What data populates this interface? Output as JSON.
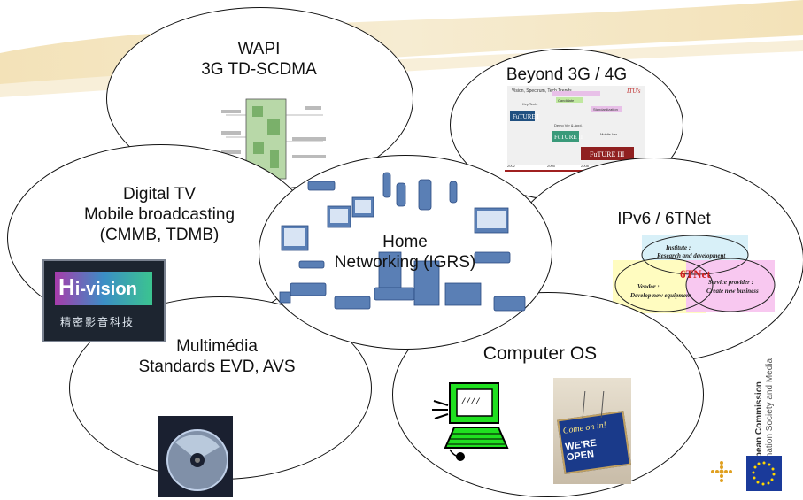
{
  "bubbles": {
    "wapi": {
      "line1": "WAPI",
      "line2": "3G TD-SCDMA"
    },
    "beyond": {
      "line1": "Beyond 3G / 4G"
    },
    "digital_tv": {
      "line1": "Digital TV",
      "line2": "Mobile broadcasting",
      "line3": "(CMMB, TDMB)"
    },
    "ipv6": {
      "line1": "IPv6 / 6TNet"
    },
    "home": {
      "line1": "Home",
      "line2": "Networking (IGRS)"
    },
    "multimedia": {
      "line1": "Multimédia",
      "line2": "Standards EVD, AVS"
    },
    "computer_os": {
      "line1": "Computer OS"
    }
  },
  "beyond_chart": {
    "vision_caption": "Vision, Spectrum, Tech Trends",
    "itu_label": "ITU's",
    "boxes": [
      "FuTURE I",
      "FuTURE II",
      "FuTURE III"
    ],
    "callouts": [
      "Key Tech.",
      "Candidate",
      "Standardization",
      "Demo Ver & Appl.",
      "Mobile Ver"
    ],
    "years": [
      "2002",
      "2005",
      "2008",
      "2010"
    ]
  },
  "ipv6_diagram": {
    "institute": "Institute :",
    "institute_sub": "Research and development",
    "center": "6TNet",
    "vendor": "Vendor :",
    "vendor_sub": "Develop new equipment",
    "service": "Service provider :",
    "service_sub": "Create new business"
  },
  "hivision": {
    "brand": "i-vision",
    "brand_prefix": "H",
    "chinese": "精密影音科技"
  },
  "open_sign": {
    "line1": "Come on in!",
    "line2": "WE'RE OPEN"
  },
  "side_text": {
    "line1": "European Commission",
    "line2": "Information Society and Media"
  }
}
